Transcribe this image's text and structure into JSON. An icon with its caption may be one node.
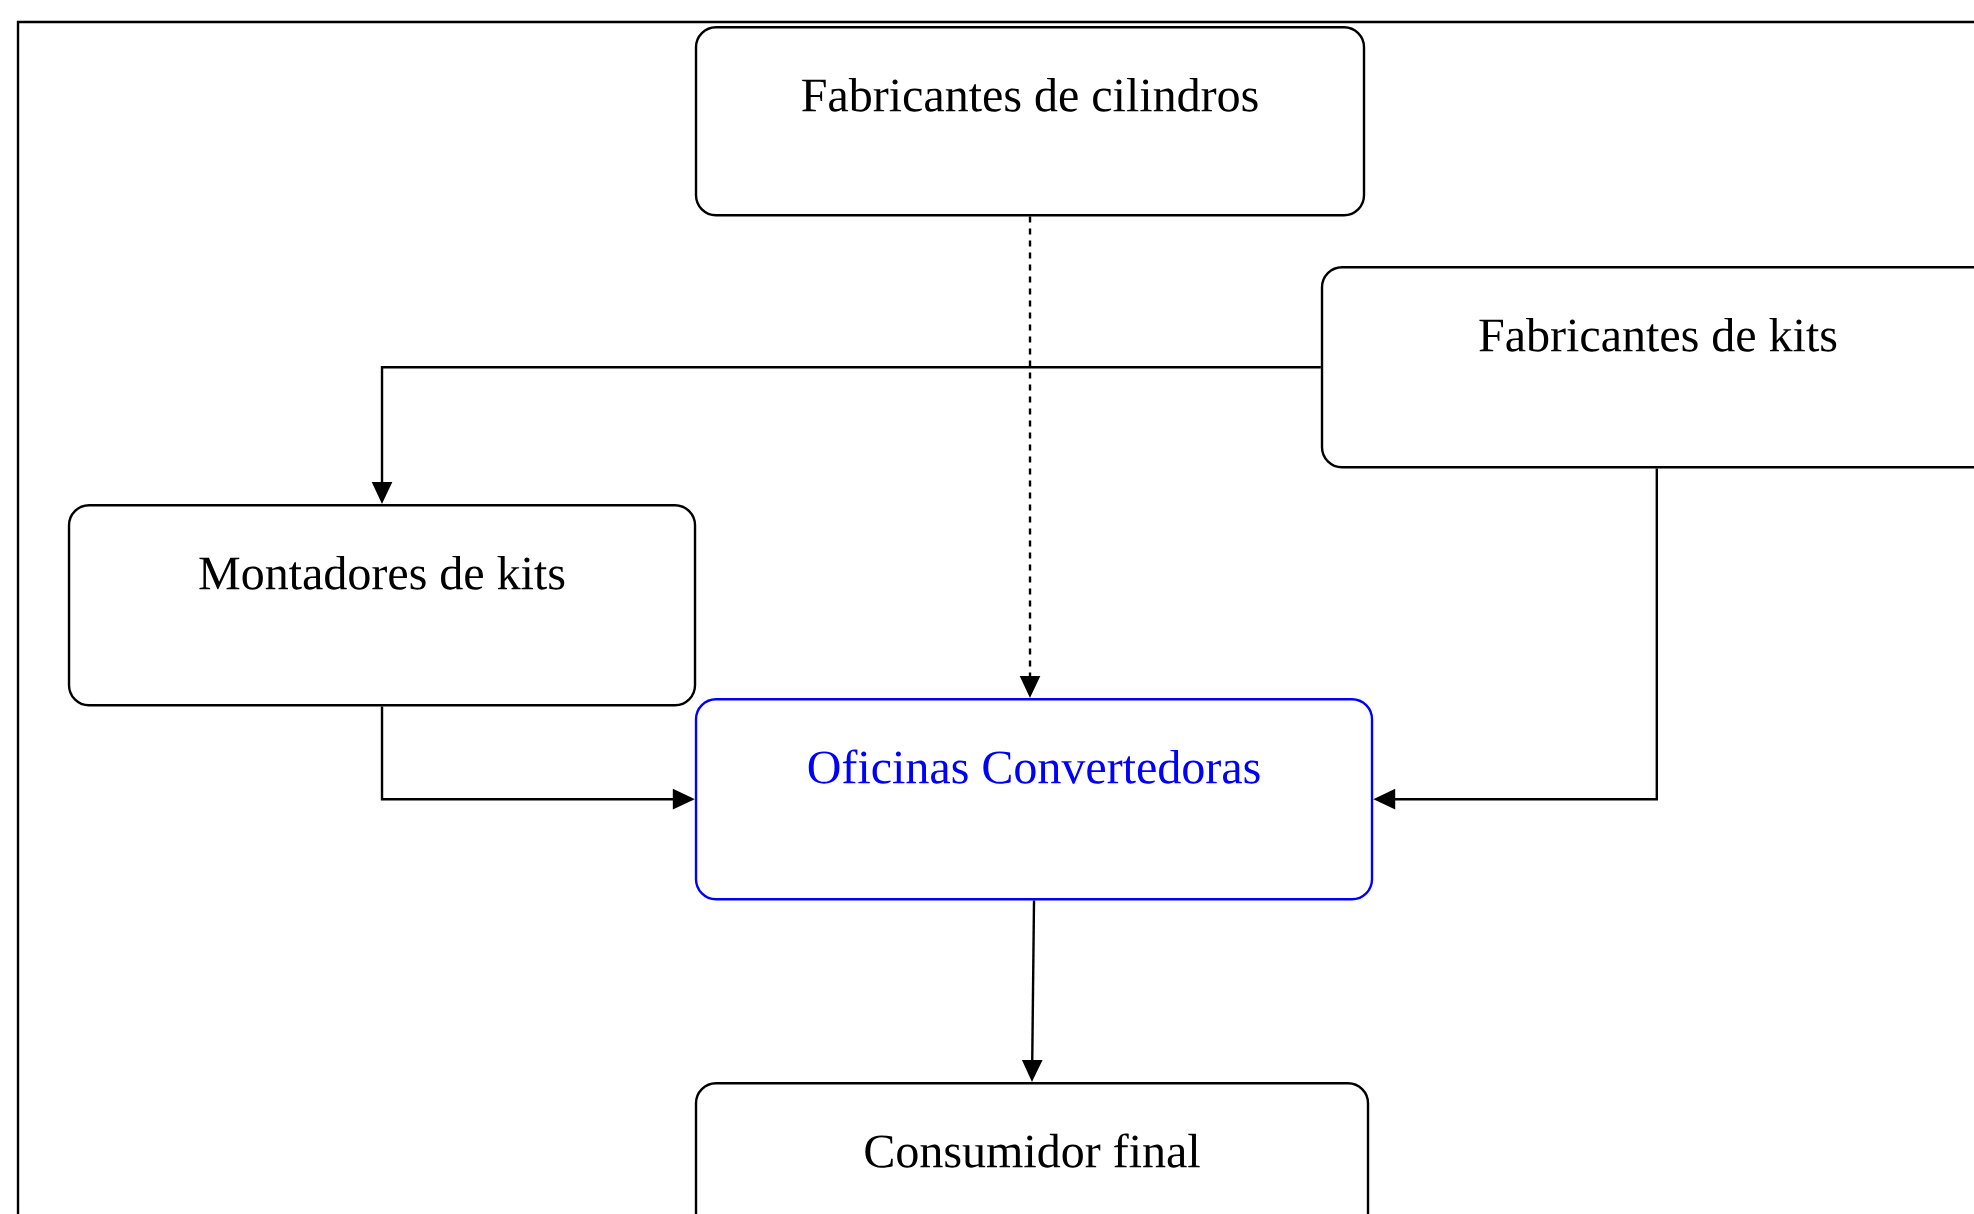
{
  "diagram": {
    "nodes": [
      {
        "text": [
          "Fabricantes de cilindros"
        ]
      },
      {
        "text": [
          "Fabricantes de kits"
        ]
      },
      {
        "text": [
          "Montadores de kits"
        ]
      },
      {
        "text": [
          "Oficinas Convertedoras"
        ]
      },
      {
        "text": [
          "Consumidor final"
        ]
      }
    ],
    "edges": [
      {
        "from": 0,
        "to": 3,
        "arrow": "to",
        "style": "dashed"
      },
      {
        "from": 1,
        "to": 2,
        "arrow": "to"
      },
      {
        "from": 2,
        "to": 3,
        "arrow": "to"
      },
      {
        "from": 1,
        "to": 3,
        "arrow": "to"
      },
      {
        "from": 3,
        "to": 4,
        "arrow": "to"
      }
    ]
  }
}
